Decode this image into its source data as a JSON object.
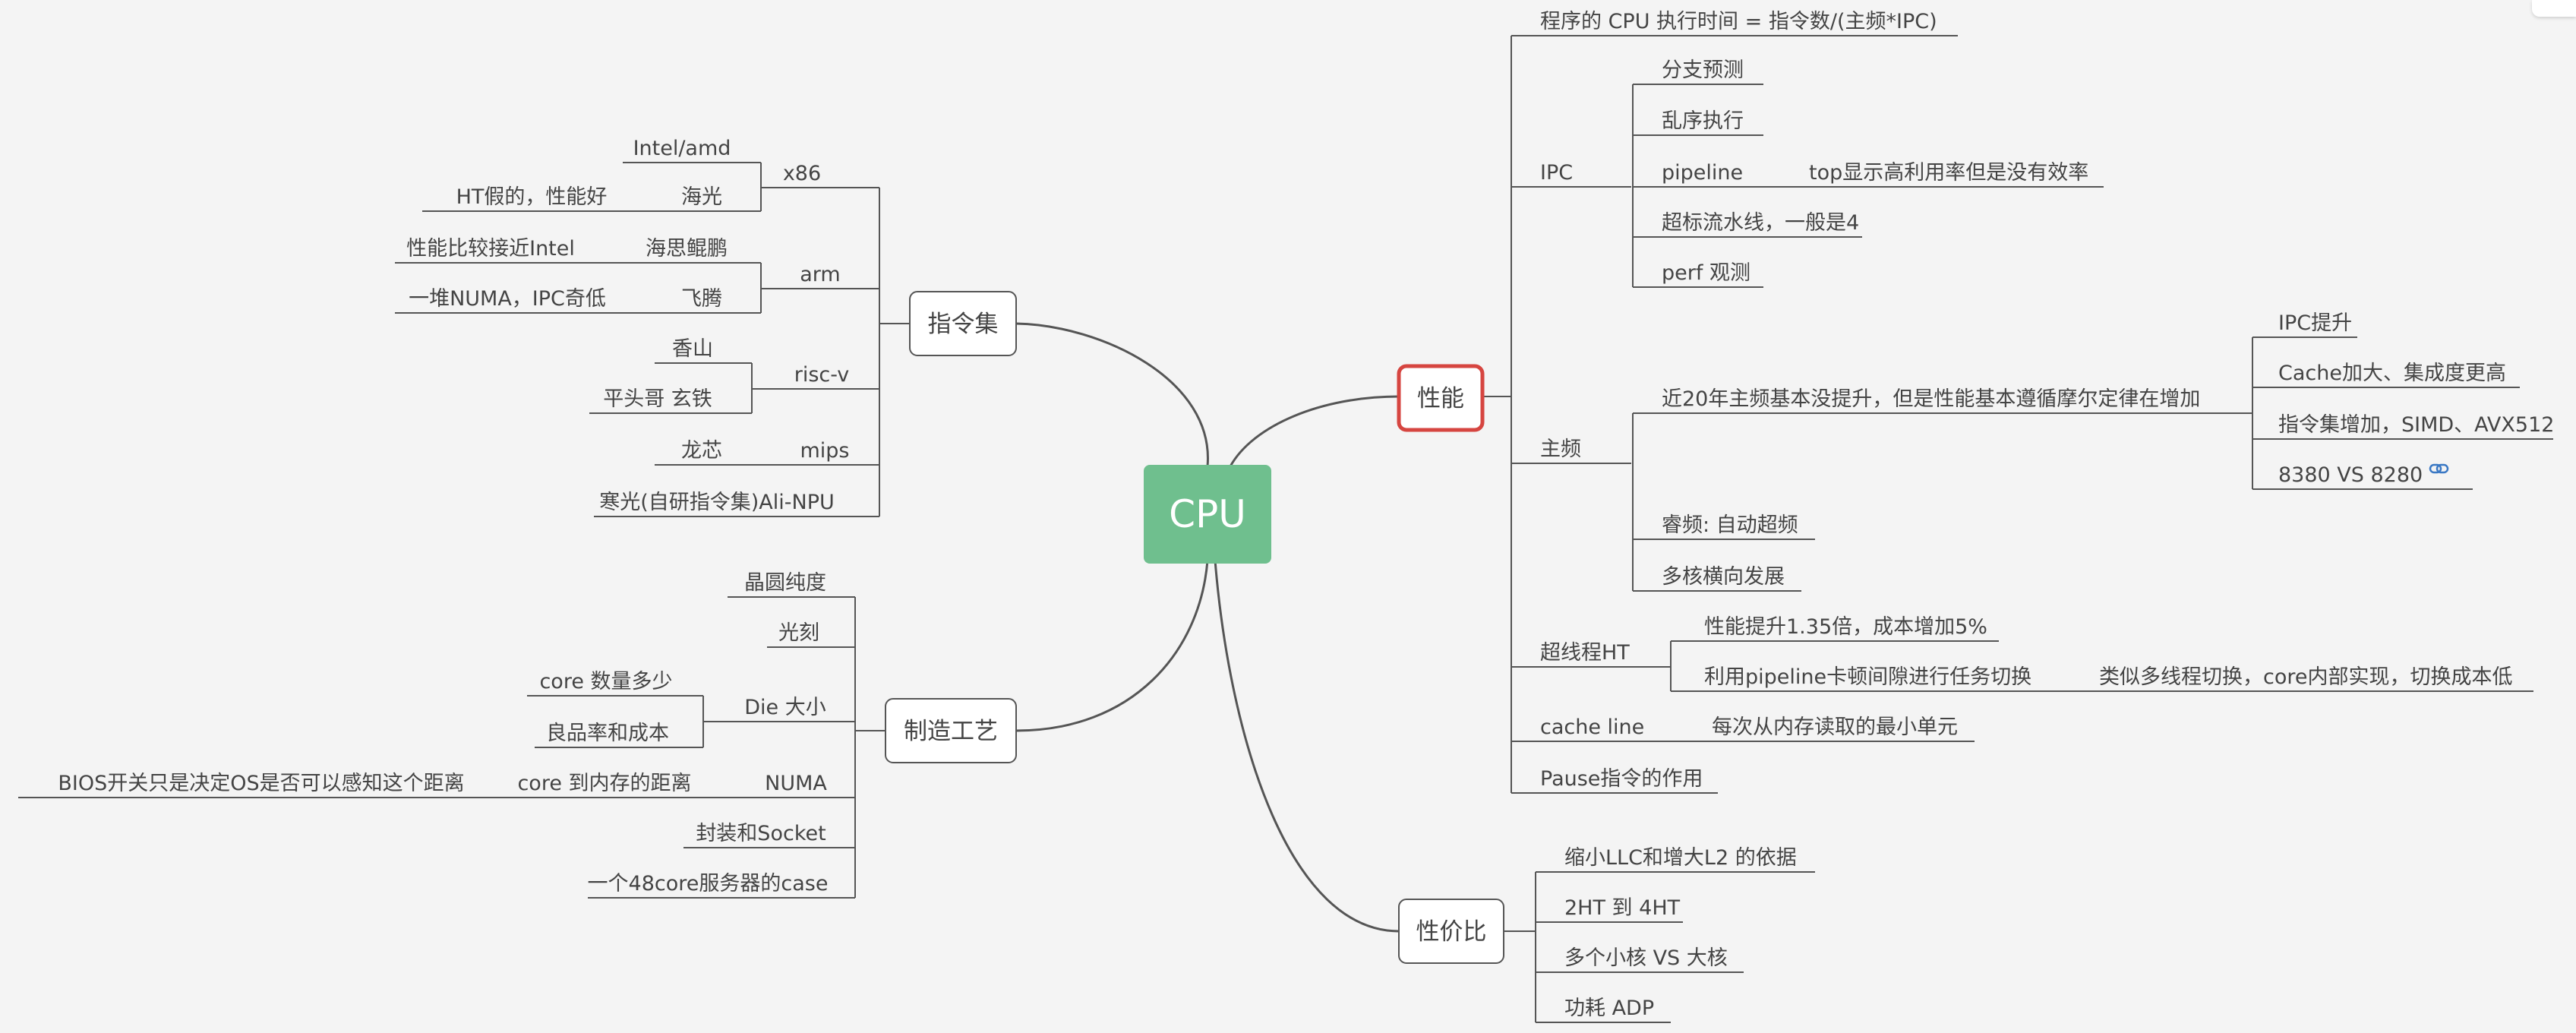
{
  "root": {
    "label": "CPU",
    "color": "#6fbf8e"
  },
  "colors": {
    "background": "#f4f4f4",
    "line": "#555555",
    "text": "#444444",
    "highlight": "#d64540",
    "link": "#3a78c4"
  },
  "nodes": [
    {
      "id": "zhilingji",
      "label": "指令集"
    },
    {
      "id": "x86",
      "label": "x86"
    },
    {
      "id": "intel_amd",
      "label": "Intel/amd"
    },
    {
      "id": "haiguang",
      "label": "海光"
    },
    {
      "id": "ht_jia",
      "label": "HT假的，性能好"
    },
    {
      "id": "arm",
      "label": "arm"
    },
    {
      "id": "kunpeng",
      "label": "海思鲲鹏"
    },
    {
      "id": "kunpeng_note",
      "label": "性能比较接近Intel"
    },
    {
      "id": "feiteng",
      "label": "飞腾"
    },
    {
      "id": "feiteng_note",
      "label": "一堆NUMA，IPC奇低"
    },
    {
      "id": "riscv",
      "label": "risc-v"
    },
    {
      "id": "xiangshan",
      "label": "香山"
    },
    {
      "id": "pingtouge",
      "label": "平头哥 玄铁"
    },
    {
      "id": "mips",
      "label": "mips"
    },
    {
      "id": "longxin",
      "label": "龙芯"
    },
    {
      "id": "hanguang",
      "label": "寒光(自研指令集)Ali-NPU"
    },
    {
      "id": "zhizao",
      "label": "制造工艺"
    },
    {
      "id": "jingyuan",
      "label": "晶圆纯度"
    },
    {
      "id": "guangke",
      "label": "光刻"
    },
    {
      "id": "die",
      "label": "Die 大小"
    },
    {
      "id": "core_count",
      "label": "core 数量多少"
    },
    {
      "id": "yield",
      "label": "良品率和成本"
    },
    {
      "id": "numa",
      "label": "NUMA"
    },
    {
      "id": "core_mem",
      "label": "core 到内存的距离"
    },
    {
      "id": "bios",
      "label": "BIOS开关只是决定OS是否可以感知这个距离"
    },
    {
      "id": "fengzhuang",
      "label": "封装和Socket"
    },
    {
      "id": "case48",
      "label": "一个48core服务器的case"
    },
    {
      "id": "xingneng",
      "label": "性能"
    },
    {
      "id": "exec_time",
      "label": "程序的 CPU 执行时间 = 指令数/(主频*IPC)"
    },
    {
      "id": "ipc",
      "label": "IPC"
    },
    {
      "id": "branch",
      "label": "分支预测"
    },
    {
      "id": "ooo",
      "label": "乱序执行"
    },
    {
      "id": "pipeline",
      "label": "pipeline"
    },
    {
      "id": "top_note",
      "label": "top显示高利用率但是没有效率"
    },
    {
      "id": "superscalar",
      "label": "超标流水线，一般是4"
    },
    {
      "id": "perf",
      "label": "perf 观测"
    },
    {
      "id": "zhupin",
      "label": "主频"
    },
    {
      "id": "moore",
      "label": "近20年主频基本没提升，但是性能基本遵循摩尔定律在增加"
    },
    {
      "id": "ipc_up",
      "label": "IPC提升"
    },
    {
      "id": "cache_up",
      "label": "Cache加大、集成度更高"
    },
    {
      "id": "simd",
      "label": "指令集增加，SIMD、AVX512"
    },
    {
      "id": "v8380",
      "label": "8380 VS 8280"
    },
    {
      "id": "ruipin",
      "label": "睿频: 自动超频"
    },
    {
      "id": "multicore",
      "label": "多核横向发展"
    },
    {
      "id": "ht",
      "label": "超线程HT"
    },
    {
      "id": "ht_perf",
      "label": "性能提升1.35倍，成本增加5%"
    },
    {
      "id": "ht_pipe",
      "label": "利用pipeline卡顿间隙进行任务切换"
    },
    {
      "id": "ht_like",
      "label": "类似多线程切换，core内部实现，切换成本低"
    },
    {
      "id": "cacheline",
      "label": "cache line"
    },
    {
      "id": "cacheline_note",
      "label": "每次从内存读取的最小单元"
    },
    {
      "id": "pause",
      "label": "Pause指令的作用"
    },
    {
      "id": "xingjiabi",
      "label": "性价比"
    },
    {
      "id": "llc",
      "label": "缩小LLC和增大L2 的依据"
    },
    {
      "id": "ht24",
      "label": "2HT 到 4HT"
    },
    {
      "id": "small_big",
      "label": "多个小核 VS 大核"
    },
    {
      "id": "power",
      "label": "功耗 ADP"
    }
  ]
}
